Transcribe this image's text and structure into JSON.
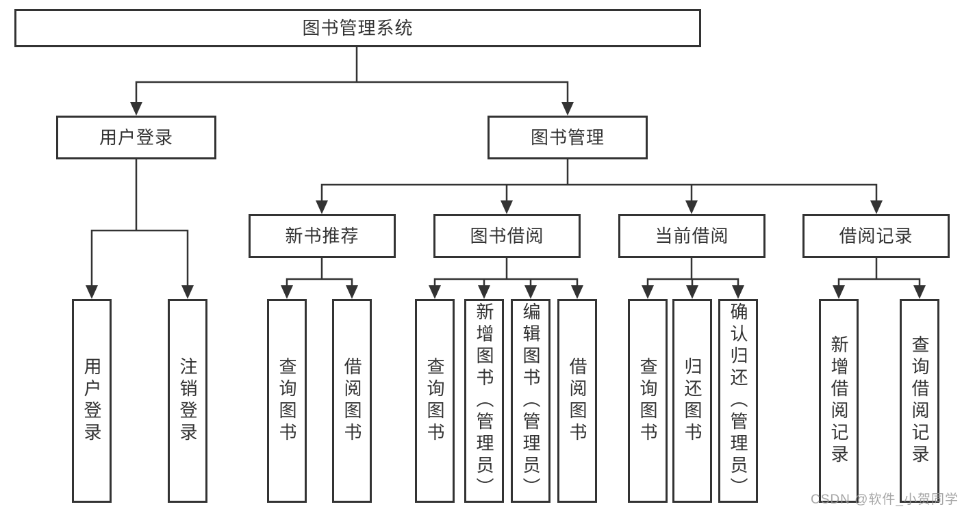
{
  "nodes": {
    "root": "图书管理系统",
    "user_login": "用户登录",
    "book_mgmt": "图书管理",
    "new_book_rec": "新书推荐",
    "book_borrow": "图书借阅",
    "current_borrow": "当前借阅",
    "borrow_record": "借阅记录",
    "ul_login": "用户登录",
    "ul_logout": "注销登录",
    "nbr_query": "查询图书",
    "nbr_borrow": "借阅图书",
    "bb_query": "查询图书",
    "bb_add": "新增图书（管理员）",
    "bb_edit": "编辑图书（管理员）",
    "bb_borrow": "借阅图书",
    "cb_query": "查询图书",
    "cb_return": "归还图书",
    "cb_confirm": "确认归还（管理员）",
    "br_add": "新增借阅记录",
    "br_query": "查询借阅记录"
  },
  "hierarchy": {
    "root": [
      "user_login",
      "book_mgmt"
    ],
    "user_login": [
      "ul_login",
      "ul_logout"
    ],
    "book_mgmt": [
      "new_book_rec",
      "book_borrow",
      "current_borrow",
      "borrow_record"
    ],
    "new_book_rec": [
      "nbr_query",
      "nbr_borrow"
    ],
    "book_borrow": [
      "bb_query",
      "bb_add",
      "bb_edit",
      "bb_borrow"
    ],
    "current_borrow": [
      "cb_query",
      "cb_return",
      "cb_confirm"
    ],
    "borrow_record": [
      "br_add",
      "br_query"
    ]
  },
  "colors": {
    "line": "#333333",
    "text": "#333333",
    "box_fill": "#ffffff",
    "watermark": "#999999"
  },
  "watermark": {
    "text": "CSDN @软件_小贺同学"
  }
}
